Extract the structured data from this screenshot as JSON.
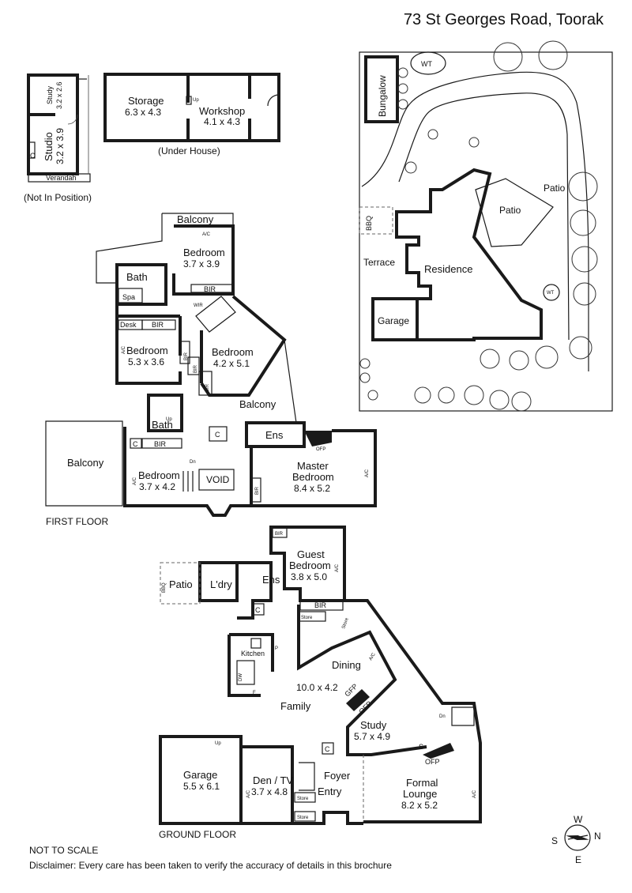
{
  "header": {
    "address": "73 St Georges Road, Toorak"
  },
  "outbuilding": {
    "study": {
      "name": "Study",
      "dims": "3.2 x 2.6"
    },
    "studio": {
      "name": "Studio",
      "dims": "3.2 x 3.9"
    },
    "verandah": "Verandah",
    "note": "(Not In Position)",
    "cupboard": "C"
  },
  "under_house": {
    "storage": {
      "name": "Storage",
      "dims": "6.3 x 4.3"
    },
    "workshop": {
      "name": "Workshop",
      "dims": "4.1 x 4.3"
    },
    "up": "Up",
    "caption": "(Under House)"
  },
  "site_plan": {
    "bungalow": "Bungalow",
    "wt_top": "WT",
    "wt_side": "WT",
    "bbq": "BBQ",
    "terrace": "Terrace",
    "residence": "Residence",
    "garage": "Garage",
    "patio_large": "Patio",
    "patio_small": "Patio"
  },
  "first_floor": {
    "caption": "FIRST FLOOR",
    "balcony_top": "Balcony",
    "ac_top": "A/C",
    "bedroom_top": {
      "name": "Bedroom",
      "dims": "3.7 x 3.9"
    },
    "bir": "BIR",
    "wir": "WIR",
    "bath_top": "Bath",
    "spa": "Spa",
    "desk": "Desk",
    "bedroom_left": {
      "name": "Bedroom",
      "dims": "5.3 x 3.6"
    },
    "bedroom_right": {
      "name": "Bedroom",
      "dims": "4.2 x 5.1"
    },
    "ac_left": "A/C",
    "balcony_mid": "Balcony",
    "bath_mid": "Bath",
    "up": "Up",
    "c_label": "C",
    "ens": "Ens",
    "ofp": "OFP",
    "balcony_left": "Balcony",
    "bedroom_bottom": {
      "name": "Bedroom",
      "dims": "3.7 x 4.2"
    },
    "ac_bottom": "A/C",
    "dn": "Dn",
    "void": "VOID",
    "master": {
      "name1": "Master",
      "name2": "Bedroom",
      "dims": "8.4 x 5.2"
    },
    "ac_master": "A/C"
  },
  "ground_floor": {
    "caption": "GROUND FLOOR",
    "guest": {
      "name1": "Guest",
      "name2": "Bedroom",
      "dims": "3.8 x 5.0"
    },
    "ac_guest": "A/C",
    "bir": "BIR",
    "ens": "Ens",
    "patio": "Patio",
    "bbq": "BBQ",
    "laundry": "L'dry",
    "store": "Store",
    "c_label": "C",
    "kitchen": "Kitchen",
    "dw": "DW",
    "p": "P",
    "f": "F",
    "dining": "Dining",
    "ac_dining": "A/C",
    "family": "Family",
    "living_dims": "10.0 x 4.2",
    "gfp": "GFP",
    "ofp": "OFP",
    "study": {
      "name": "Study",
      "dims": "5.7 x 4.9"
    },
    "dn": "Dn",
    "garage": {
      "name": "Garage",
      "dims": "5.5 x 6.1"
    },
    "up": "Up",
    "den": {
      "name": "Den / TV",
      "dims": "3.7 x 4.8"
    },
    "ac_den": "A/C",
    "foyer": "Foyer",
    "entry": "Entry",
    "lounge": {
      "name1": "Formal",
      "name2": "Lounge",
      "dims": "8.2 x 5.2"
    },
    "ac_lounge": "A/C",
    "s": "S"
  },
  "footer": {
    "not_to_scale": "NOT TO SCALE",
    "disclaimer": "Disclaimer: Every care has been taken to verify the accuracy of details in this brochure"
  },
  "compass": {
    "w": "W",
    "n": "N",
    "e": "E",
    "s": "S"
  }
}
